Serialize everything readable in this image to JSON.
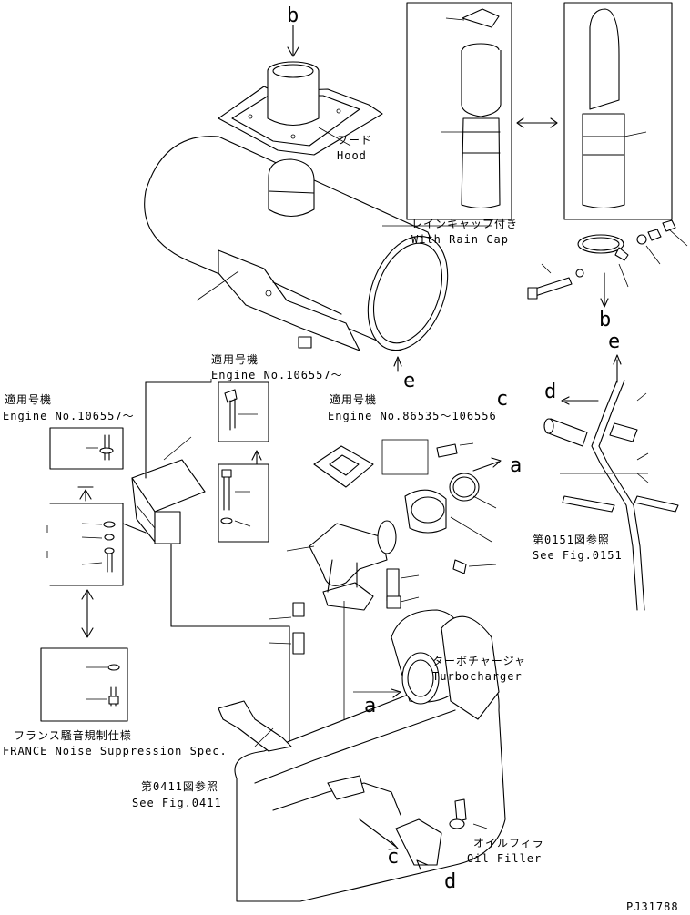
{
  "callouts": {
    "hood_jp": "フード",
    "hood_en": "Hood",
    "rain_cap_jp": "レインキャップ付き",
    "rain_cap_en": "With Rain Cap",
    "engine_top_jp": "適用号機",
    "engine_top_en": "Engine No.106557～",
    "engine_left_jp": "適用号機",
    "engine_left_en": "Engine No.106557～",
    "engine_mid_jp": "適用号機",
    "engine_mid_en": "Engine No.86535～106556",
    "fig0151_jp": "第0151図参照",
    "fig0151_en": "See Fig.0151",
    "turbo_jp": "ターボチャージャ",
    "turbo_en": "Turbocharger",
    "france_jp": "フランス騒音規制仕様",
    "france_en": "FRANCE Noise Suppression Spec.",
    "fig0411_jp": "第0411図参照",
    "fig0411_en": "See Fig.0411",
    "oil_jp": "オイルフィラ",
    "oil_en": "Oil Filler",
    "drawing_no": "PJ31788"
  },
  "refs": {
    "a1": "a",
    "a2": "a",
    "b1": "b",
    "b2": "b",
    "c1": "c",
    "c2": "c",
    "d1": "d",
    "d2": "d",
    "e1": "e",
    "e2": "e"
  }
}
